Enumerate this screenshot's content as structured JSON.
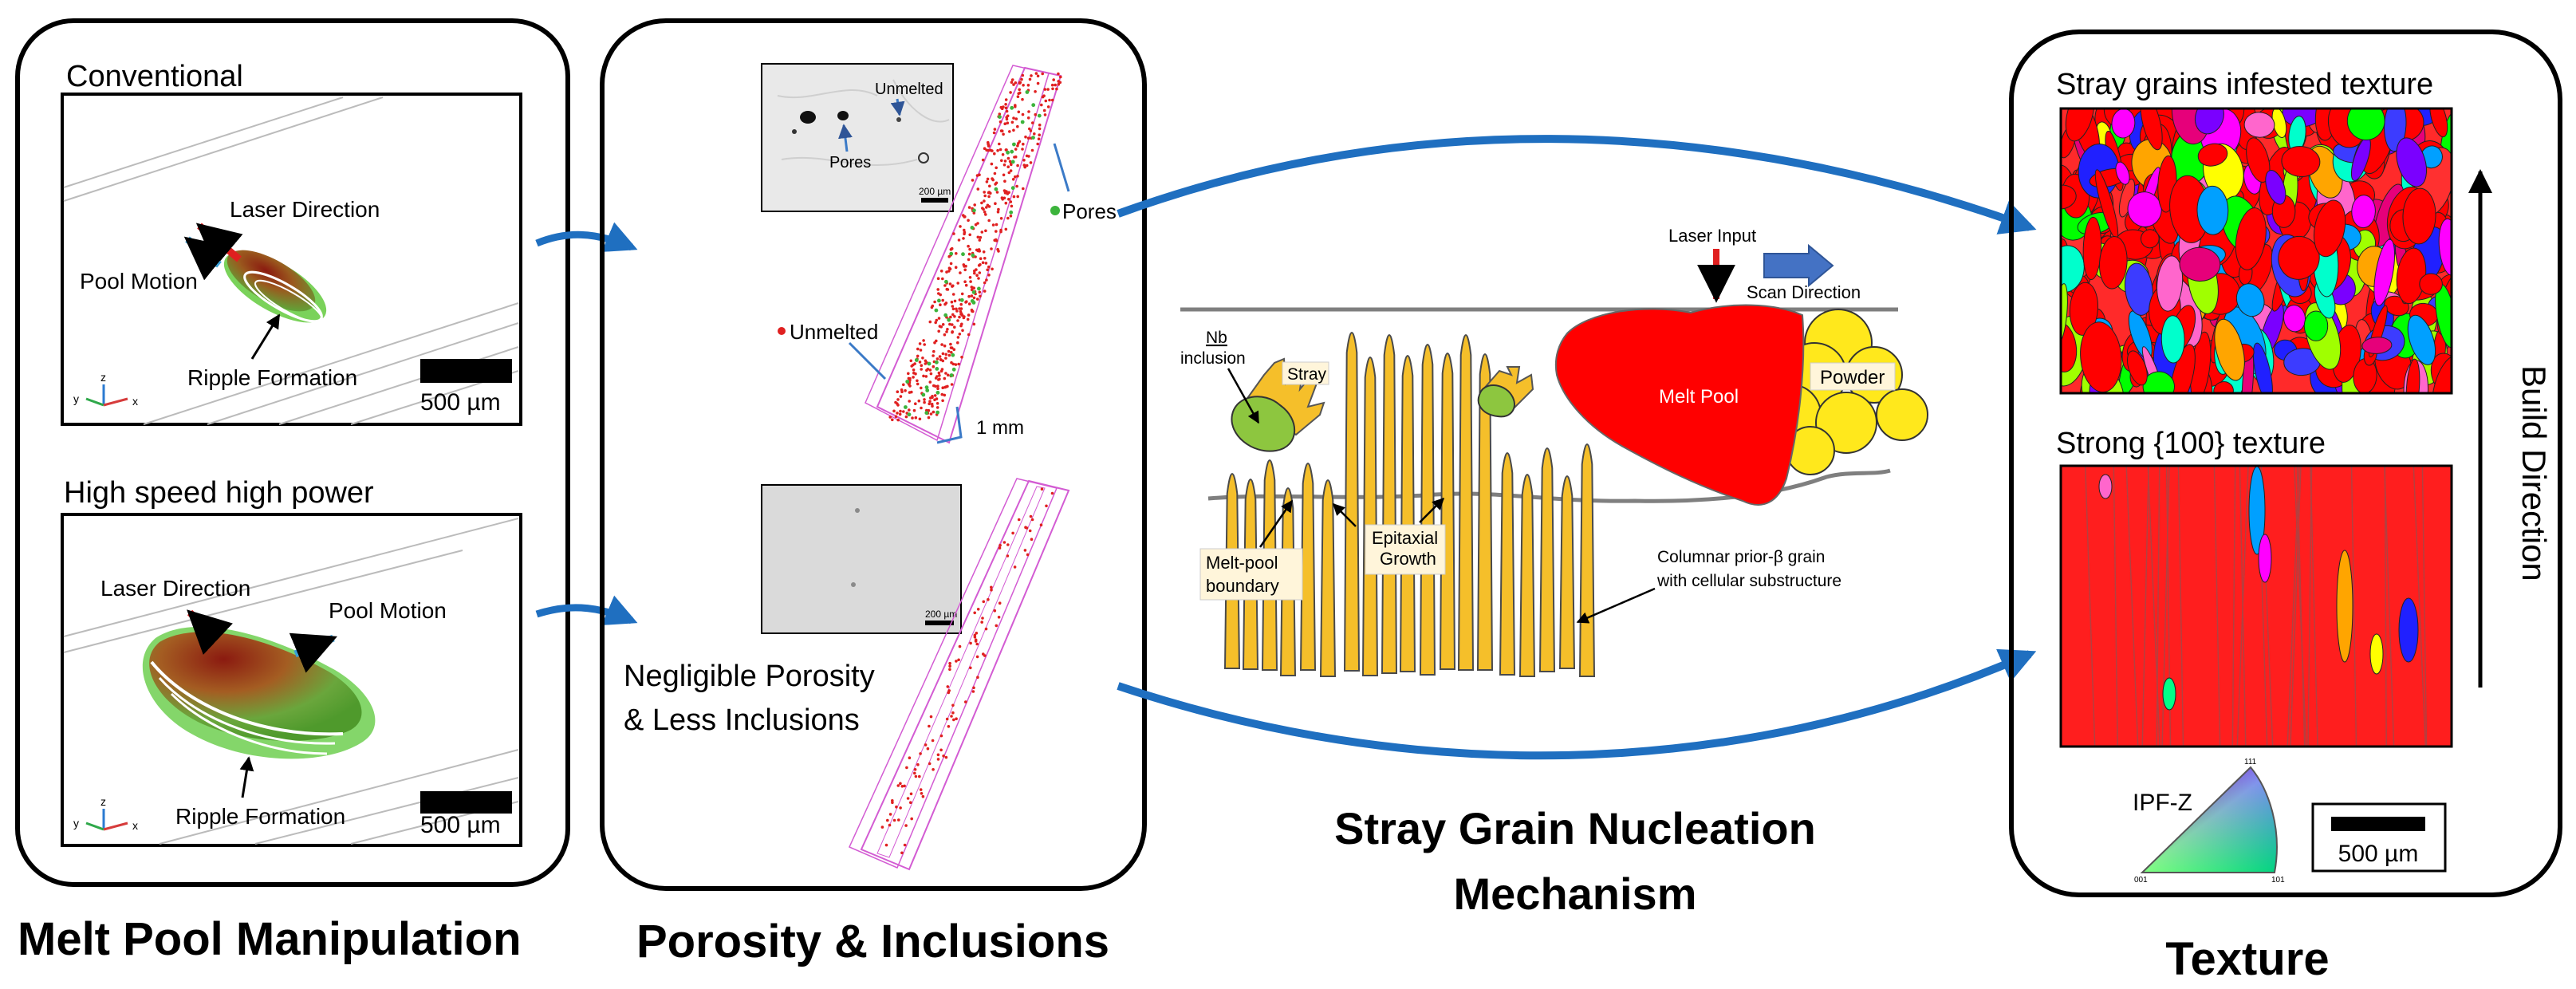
{
  "panel1": {
    "title": "Melt Pool Manipulation",
    "top": {
      "label": "Conventional",
      "laser_direction": "Laser Direction",
      "pool_motion": "Pool Motion",
      "ripple": "Ripple Formation",
      "scale": "500 µm",
      "axis_z": "z",
      "axis_y": "y",
      "axis_x": "x"
    },
    "bottom": {
      "label": "High speed high power",
      "laser_direction": "Laser Direction",
      "pool_motion": "Pool Motion",
      "ripple": "Ripple Formation",
      "scale": "500 µm",
      "axis_z": "z",
      "axis_y": "y",
      "axis_x": "x"
    }
  },
  "panel2": {
    "title": "Porosity & Inclusions",
    "inset_top": {
      "unmelted": "Unmelted",
      "pores": "Pores",
      "scale": "200 µm"
    },
    "inset_bottom": {
      "scale": "200 µm"
    },
    "pores_legend": "Pores",
    "unmelted_legend": "Unmelted",
    "mm_label": "1 mm",
    "negligible_line1": "Negligible Porosity",
    "negligible_line2": "& Less Inclusions"
  },
  "mechanism": {
    "title_line1": "Stray Grain Nucleation",
    "title_line2": "Mechanism",
    "laser_input": "Laser Input",
    "scan_direction": "Scan Direction",
    "nb_line1": "Nb",
    "nb_line2": "inclusion",
    "stray": "Stray",
    "melt_pool": "Melt Pool",
    "powder": "Powder",
    "meltpool_boundary_line1": "Melt-pool",
    "meltpool_boundary_line2": "boundary",
    "epitaxial_line1": "Epitaxial",
    "epitaxial_line2": "Growth",
    "columnar_line1": "Columnar prior-β grain",
    "columnar_line2": "with cellular substructure"
  },
  "panel3": {
    "title": "Texture",
    "stray_label": "Stray grains infested texture",
    "strong_label": "Strong {100} texture",
    "build_direction": "Build Direction",
    "ipf_label": "IPF-Z",
    "ipf_111": "111",
    "ipf_001": "001",
    "ipf_101": "101",
    "scale": "500 µm"
  },
  "colors": {
    "arrow_blue": "#1f6fc0",
    "melt_pool_red": "#ff0000",
    "column_yellow": "#f5bf2a",
    "powder_yellow": "#ffe81c",
    "inclusion_green": "#8dc63f"
  }
}
